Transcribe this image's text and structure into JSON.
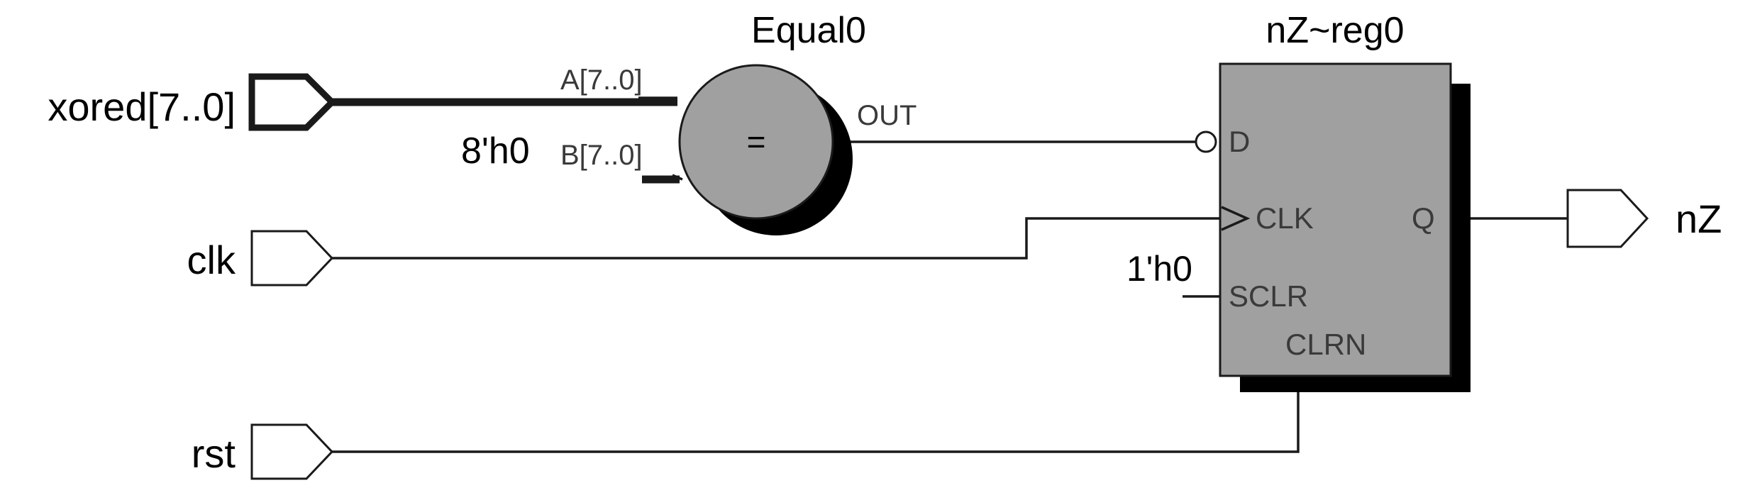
{
  "ports": {
    "xored": "xored[7..0]",
    "clk": "clk",
    "rst": "rst",
    "nz": "nZ"
  },
  "comparator": {
    "name": "Equal0",
    "symbol": "=",
    "pin_a": "A[7..0]",
    "pin_b": "B[7..0]",
    "pin_out": "OUT",
    "const_b": "8'h0"
  },
  "register": {
    "name": "nZ~reg0",
    "pin_d": "D",
    "pin_clk": "CLK",
    "pin_q": "Q",
    "pin_sclr": "SCLR",
    "pin_clrn": "CLRN",
    "const_sclr": "1'h0"
  },
  "colors": {
    "block_fill": "#a0a0a0",
    "shadow": "#000000",
    "wire": "#1a1a1a"
  }
}
